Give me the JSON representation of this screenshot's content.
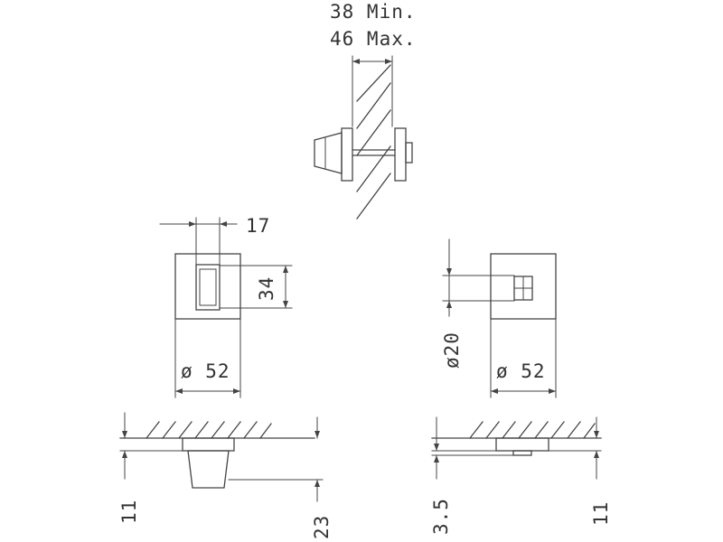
{
  "top_view": {
    "thickness_min": "38 Min.",
    "thickness_max": "46 Max."
  },
  "left_face": {
    "slot_width": "17",
    "slot_height": "34",
    "rose_diameter": "ø 52"
  },
  "right_face": {
    "indicator_diameter": "ø20",
    "rose_diameter": "ø 52"
  },
  "left_profile": {
    "rose_depth": "11",
    "knob_projection": "23"
  },
  "right_profile": {
    "indicator_depth": "3.5",
    "rose_depth": "11"
  }
}
